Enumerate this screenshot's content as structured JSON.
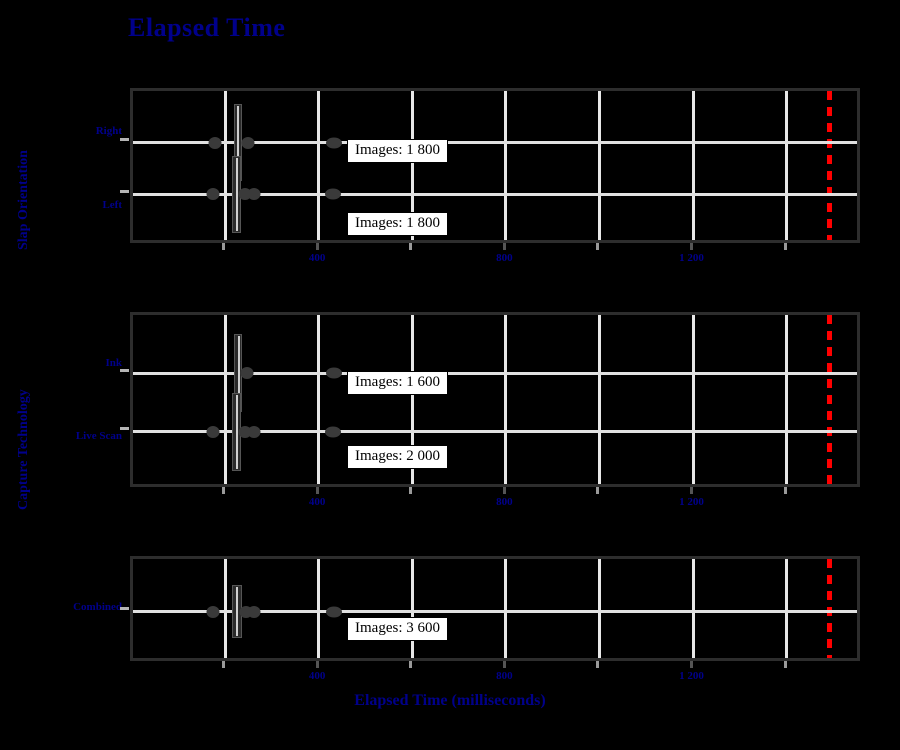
{
  "chart_data": {
    "type": "box",
    "title": "Elapsed Time",
    "xlabel": "Elapsed Time (milliseconds)",
    "xlim": [
      0,
      1560
    ],
    "xticks": [
      400,
      800,
      1200
    ],
    "xtick_labels": [
      "400",
      "800",
      "1 200"
    ],
    "grid": true,
    "threshold": {
      "value": 1490,
      "color": "#ff0000",
      "style": "dashed"
    },
    "panels": [
      {
        "ylabel": "Slap Orientation",
        "categories": [
          {
            "label": "Right",
            "annotation": "Images: 1 800",
            "images": 1800,
            "box": {
              "whisker_low": 175,
              "q1": 215,
              "median": 222,
              "q3": 232,
              "whisker_high": 245
            },
            "outliers": [
              175,
              245,
              430
            ]
          },
          {
            "label": "Left",
            "annotation": "Images: 1 800",
            "images": 1800,
            "box": {
              "whisker_low": 172,
              "q1": 212,
              "median": 220,
              "q3": 230,
              "whisker_high": 258
            },
            "outliers": [
              172,
              240,
              258,
              428
            ]
          }
        ]
      },
      {
        "ylabel": "Capture Technology",
        "categories": [
          {
            "label": "Ink",
            "annotation": "Images: 1 600",
            "images": 1600,
            "box": {
              "whisker_low": 200,
              "q1": 216,
              "median": 224,
              "q3": 234,
              "whisker_high": 243
            },
            "outliers": [
              243,
              430
            ]
          },
          {
            "label": "Live Scan",
            "annotation": "Images: 2 000",
            "images": 2000,
            "box": {
              "whisker_low": 172,
              "q1": 212,
              "median": 220,
              "q3": 231,
              "whisker_high": 258
            },
            "outliers": [
              172,
              240,
              258,
              428
            ]
          }
        ]
      },
      {
        "ylabel": "",
        "categories": [
          {
            "label": "Combined",
            "annotation": "Images: 3 600",
            "images": 3600,
            "box": {
              "whisker_low": 172,
              "q1": 212,
              "median": 221,
              "q3": 232,
              "whisker_high": 258
            },
            "outliers": [
              172,
              242,
              258,
              429
            ]
          }
        ]
      }
    ]
  },
  "colors": {
    "text": "#00008B",
    "background": "#000000",
    "gridline": "#e8e8e8",
    "threshold": "#ff0000",
    "box_fill": "#2a2a2a"
  }
}
